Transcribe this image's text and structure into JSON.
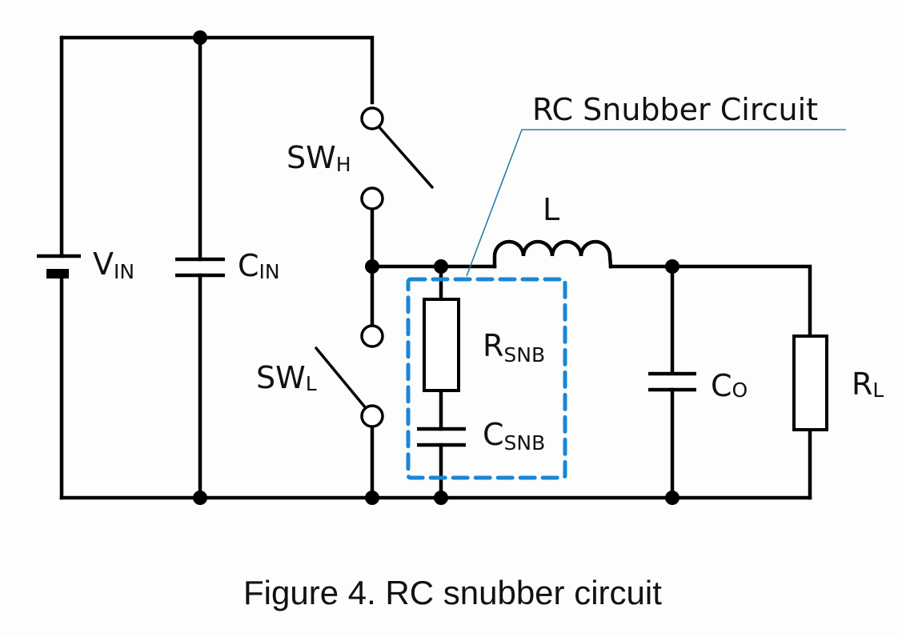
{
  "diagram": {
    "type": "circuit-schematic",
    "title": "RC Snubber Circuit",
    "caption": "Figure 4. RC snubber circuit",
    "components": {
      "vin": {
        "main": "V",
        "sub": "IN",
        "kind": "dc-voltage-source"
      },
      "cin": {
        "main": "C",
        "sub": "IN",
        "kind": "capacitor"
      },
      "swh": {
        "main": "SW",
        "sub": "H",
        "kind": "switch",
        "state": "open"
      },
      "swl": {
        "main": "SW",
        "sub": "L",
        "kind": "switch",
        "state": "open"
      },
      "l": {
        "main": "L",
        "sub": "",
        "kind": "inductor"
      },
      "rsnb": {
        "main": "R",
        "sub": "SNB",
        "kind": "resistor"
      },
      "csnb": {
        "main": "C",
        "sub": "SNB",
        "kind": "capacitor"
      },
      "co": {
        "main": "C",
        "sub": "O",
        "kind": "capacitor"
      },
      "rl": {
        "main": "R",
        "sub": "L",
        "kind": "resistor"
      }
    },
    "snubber_group": {
      "label": "RC Snubber Circuit",
      "members": [
        "rsnb",
        "csnb"
      ],
      "border_color": "#1a86d6",
      "callout_color": "#2a7fa6"
    },
    "wire_color": "#000000"
  }
}
